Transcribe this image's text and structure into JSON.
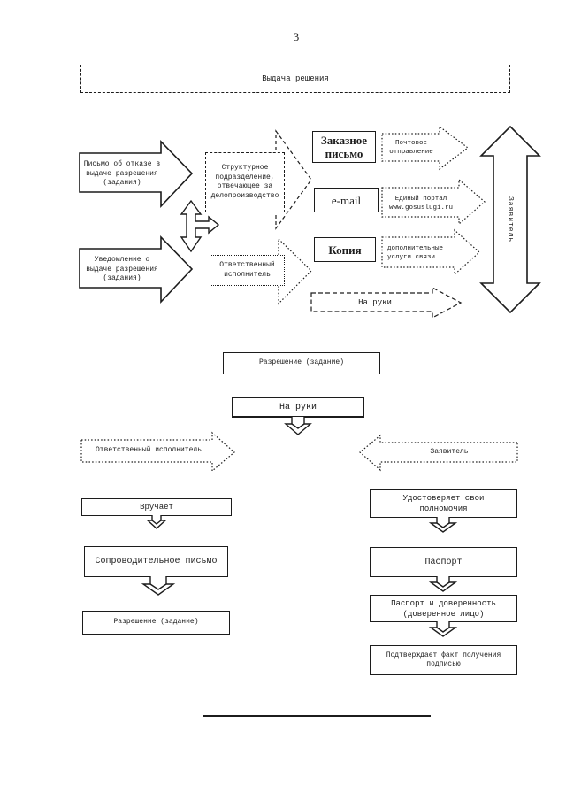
{
  "colors": {
    "ink": "#1c1c1c",
    "paper": "#ffffff"
  },
  "page": {
    "number": "3"
  },
  "header": {
    "title": "Выдача решения"
  },
  "issuance_flow": {
    "refusal_letter": "Письмо об отказе в\nвыдаче разрешения\n(задания)",
    "notification": "Уведомление о\nвыдаче разрешения\n(задания)",
    "structural_unit": "Структурное\nподразделение,\nотвечающее за\nделопроизводство",
    "responsible_executor": "Ответственный\nисполнитель",
    "registered_letter": "Заказное\nписьмо",
    "postal_dispatch": "Почтовое\nотправление",
    "email": "e-mail",
    "unified_portal": "Единый портал\nwww.gosuslugi.ru",
    "copy": "Копия",
    "additional_services": "дополнительные\nуслуги связи",
    "in_person": "На руки",
    "applicant": "Заявитель"
  },
  "in_person_flow": {
    "permit": "Разрешение (задание)",
    "in_person": "На руки",
    "responsible_executor": "Ответственный исполнитель",
    "applicant": "Заявитель",
    "executor_steps": {
      "hands_over": "Вручает",
      "cover_letter": "Сопроводительное письмо",
      "permit": "Разрешение (задание)"
    },
    "applicant_steps": {
      "certifies_authority": "Удостоверяет свои\nполномочия",
      "passport": "Паспорт",
      "passport_poa": "Паспорт и доверенность\n(доверенное лицо)",
      "confirms_receipt": "Подтверждает факт получения\nподписью"
    }
  }
}
